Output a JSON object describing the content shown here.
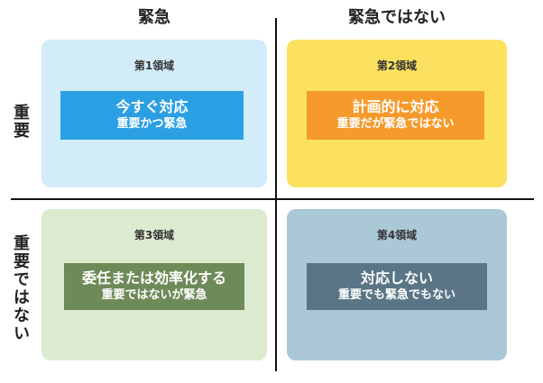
{
  "columns": {
    "urgent": "緊急",
    "not_urgent": "緊急ではない"
  },
  "rows": {
    "important": "重要",
    "not_important": "重要ではない"
  },
  "quadrants": [
    {
      "label": "第1領域",
      "action": "今すぐ対応",
      "description": "重要かつ緊急",
      "bg": "#d2ecf9",
      "box": "#2b9fe3"
    },
    {
      "label": "第2領域",
      "action": "計画的に対応",
      "description": "重要だが緊急ではない",
      "bg": "#fbe15f",
      "box": "#f59a2b"
    },
    {
      "label": "第3領域",
      "action": "委任または効率化する",
      "description": "重要ではないが緊急",
      "bg": "#dcebd0",
      "box": "#6e8a58"
    },
    {
      "label": "第4領域",
      "action": "対応しない",
      "description": "重要でも緊急でもない",
      "bg": "#aac8d6",
      "box": "#5a7585"
    }
  ]
}
